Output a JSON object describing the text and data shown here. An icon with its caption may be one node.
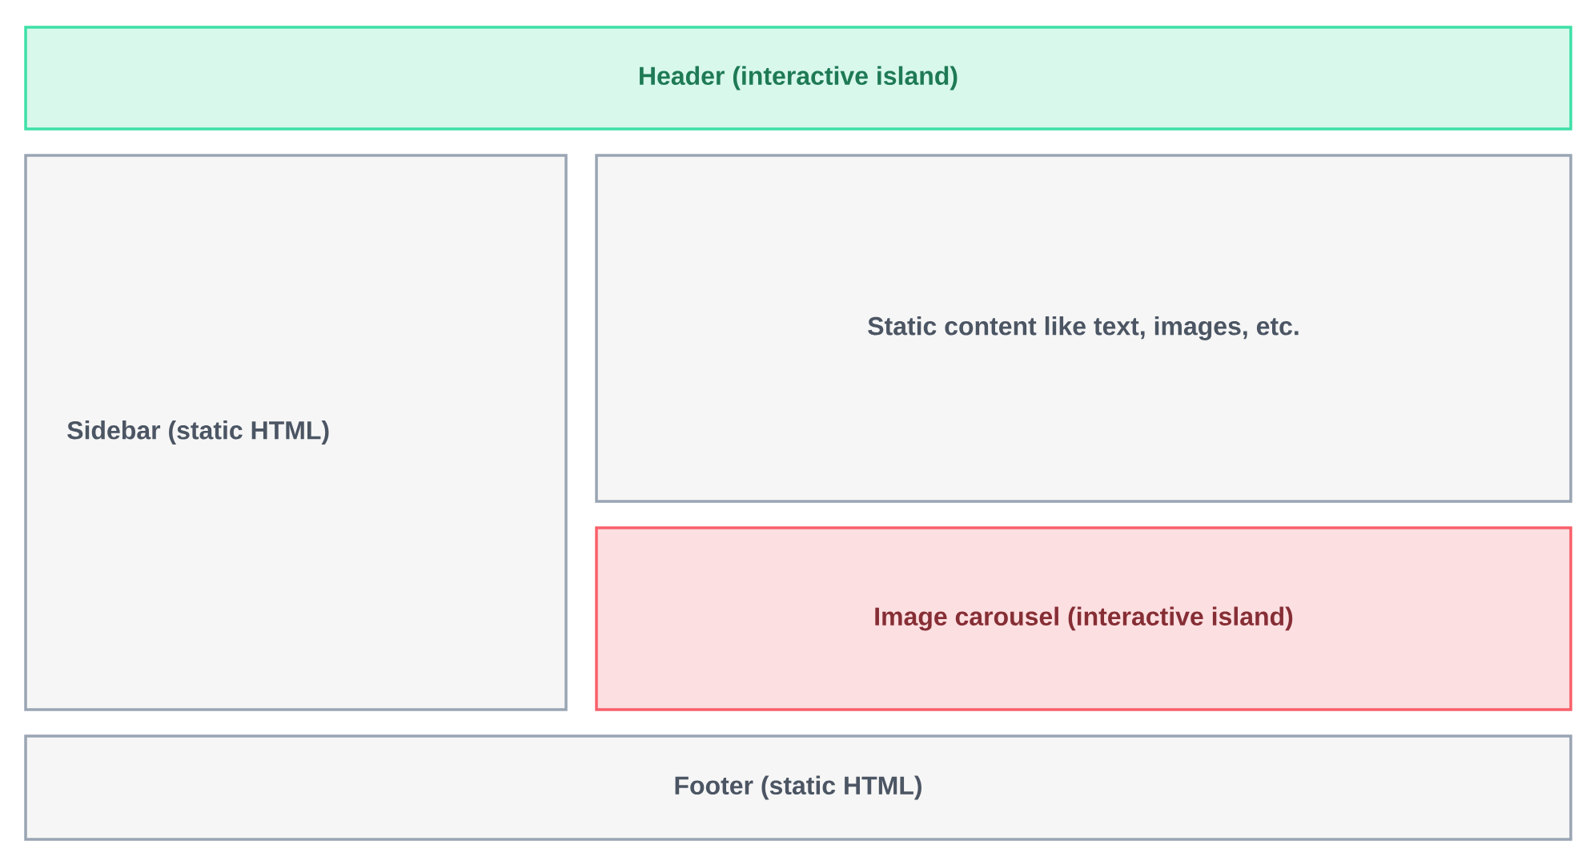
{
  "diagram": {
    "nodes": [
      {
        "text": [
          "Header (interactive island)"
        ]
      },
      {
        "text": [
          "Sidebar (static HTML)"
        ]
      },
      {
        "text": [
          "Static content like text, images, etc."
        ]
      },
      {
        "text": [
          "Image carousel (interactive island)"
        ]
      },
      {
        "text": [
          "Footer (static HTML)"
        ]
      }
    ]
  }
}
